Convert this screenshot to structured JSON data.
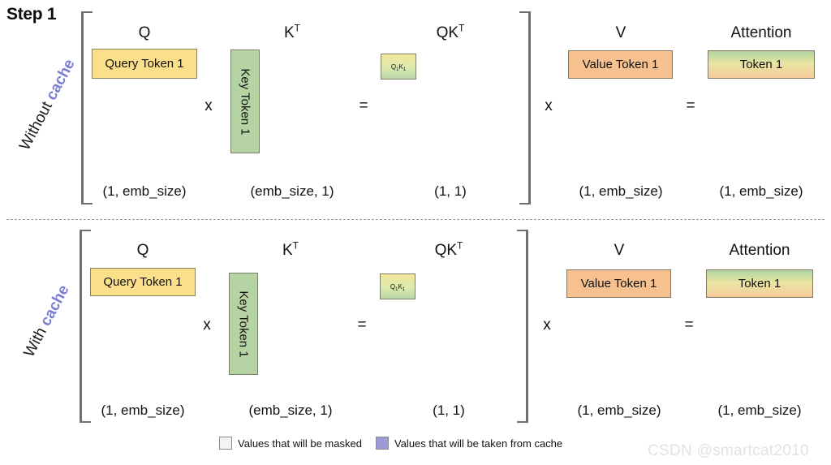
{
  "title": "Step 1",
  "rows": [
    {
      "id": "without-cache",
      "label_main": "Without",
      "label_accent": "cache",
      "accent_color": "#7b7fd4",
      "headers": {
        "q": "Q",
        "kt_base": "K",
        "kt_sup": "T",
        "qkt_base": "QK",
        "qkt_sup": "T",
        "v": "V",
        "attention": "Attention"
      },
      "operators": {
        "times_qk": "x",
        "equals_qk": "=",
        "times_v": "x",
        "equals_attn": "="
      },
      "boxes": {
        "query": "Query Token 1",
        "key": "Key Token 1",
        "qk_base": "Q",
        "qk_sub1": "1",
        "qk_mid": "K",
        "qk_sub2": "1",
        "value": "Value Token 1",
        "attention": "Token 1"
      },
      "shapes": {
        "q": "(1, emb_size)",
        "kt": "(emb_size, 1)",
        "qkt": "(1, 1)",
        "v": "(1, emb_size)",
        "attention": "(1, emb_size)"
      }
    },
    {
      "id": "with-cache",
      "label_main": "With",
      "label_accent": "cache",
      "accent_color": "#7b7fd4",
      "headers": {
        "q": "Q",
        "kt_base": "K",
        "kt_sup": "T",
        "qkt_base": "QK",
        "qkt_sup": "T",
        "v": "V",
        "attention": "Attention"
      },
      "operators": {
        "times_qk": "x",
        "equals_qk": "=",
        "times_v": "x",
        "equals_attn": "="
      },
      "boxes": {
        "query": "Query Token 1",
        "key": "Key Token 1",
        "qk_base": "Q",
        "qk_sub1": "1",
        "qk_mid": "K",
        "qk_sub2": "1",
        "value": "Value Token 1",
        "attention": "Token 1"
      },
      "shapes": {
        "q": "(1, emb_size)",
        "kt": "(emb_size, 1)",
        "qkt": "(1, 1)",
        "v": "(1, emb_size)",
        "attention": "(1, emb_size)"
      }
    }
  ],
  "legend": {
    "masked_label": "Values that will be masked",
    "masked_color": "#f3f3f3",
    "cache_label": "Values that will be taken from cache",
    "cache_color": "#9d9ad6"
  },
  "watermark": "CSDN @smartcat2010",
  "colors": {
    "query_fill": "#fbdf8b",
    "key_fill": "#b6d3a4",
    "value_fill": "#f7c08f",
    "bracket": "#6f6f6f",
    "divider": "#9b9b9b"
  }
}
